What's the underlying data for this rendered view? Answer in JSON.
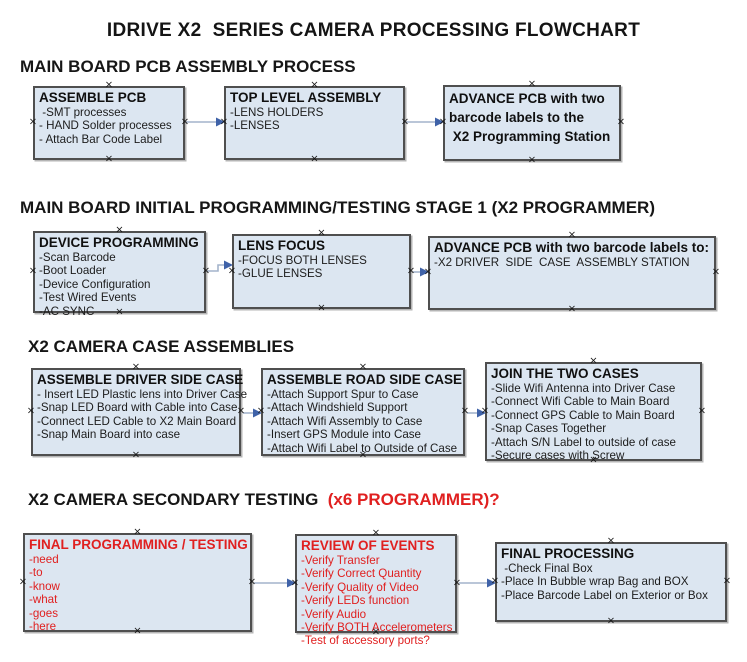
{
  "title": "IDRIVE X2  SERIES CAMERA PROCESSING FLOWCHART",
  "colors": {
    "box_fill": "#dce6f1",
    "box_border": "#4f4f4f",
    "arrow_line": "#a4b4cb",
    "arrow_head": "#3f62a8",
    "red": "#e02020"
  },
  "icons": {
    "connection_point": "×"
  },
  "sections": [
    {
      "heading": "MAIN BOARD PCB ASSEMBLY PROCESS",
      "boxes": [
        {
          "title_lines": [
            "ASSEMBLE PCB"
          ],
          "items": [
            " -SMT processes",
            "- HAND Solder processes",
            "- Attach Bar Code Label"
          ]
        },
        {
          "title_lines": [
            "TOP LEVEL ASSEMBLY"
          ],
          "items": [
            "-LENS HOLDERS",
            "-LENSES"
          ]
        },
        {
          "title_lines": [
            "ADVANCE PCB with two",
            "barcode labels to the",
            " X2 Programming Station"
          ],
          "items": []
        }
      ]
    },
    {
      "heading": "MAIN BOARD INITIAL PROGRAMMING/TESTING STAGE 1 (X2 PROGRAMMER)",
      "boxes": [
        {
          "title_lines": [
            "DEVICE PROGRAMMING"
          ],
          "items": [
            "-Scan Barcode",
            "-Boot Loader",
            "-Device Configuration",
            "-Test Wired Events",
            "-AC SYNC"
          ]
        },
        {
          "title_lines": [
            "LENS FOCUS"
          ],
          "items": [
            "-FOCUS BOTH LENSES",
            "-GLUE LENSES"
          ]
        },
        {
          "title_lines": [
            "ADVANCE PCB with two barcode labels to:"
          ],
          "items": [
            "-X2 DRIVER  SIDE  CASE  ASSEMBLY STATION"
          ]
        }
      ]
    },
    {
      "heading": "X2 CAMERA CASE ASSEMBLIES",
      "boxes": [
        {
          "title_lines": [
            "ASSEMBLE DRIVER SIDE CASE"
          ],
          "items": [
            "- Insert LED Plastic lens into Driver Case",
            "-Snap LED Board with Cable into Case",
            "-Connect LED Cable to X2 Main Board",
            "-Snap Main Board into case"
          ]
        },
        {
          "title_lines": [
            "ASSEMBLE ROAD SIDE CASE"
          ],
          "items": [
            "-Attach Support Spur to Case",
            "-Attach Windshield Support",
            "-Attach Wifi Assembly to Case",
            "-Insert GPS Module into Case",
            "-Attach Wifi Label to Outside of Case"
          ]
        },
        {
          "title_lines": [
            "JOIN THE TWO CASES"
          ],
          "items": [
            "-Slide Wifi Antenna into Driver Case",
            "-Connect Wifi Cable to Main Board",
            "-Connect GPS Cable to Main Board",
            "-Snap Cases Together",
            "-Attach S/N Label to outside of case",
            "-Secure cases with Screw"
          ]
        }
      ]
    },
    {
      "heading": "X2 CAMERA SECONDARY TESTING",
      "heading_suffix": "  (x6 PROGRAMMER)?",
      "boxes": [
        {
          "red": true,
          "title_lines": [
            "FINAL PROGRAMMING / TESTING"
          ],
          "items": [
            "-need",
            "-to",
            "-know",
            "-what",
            "-goes",
            "-here"
          ]
        },
        {
          "red": true,
          "title_lines": [
            "REVIEW OF EVENTS"
          ],
          "items": [
            "-Verify Transfer",
            "-Verify Correct Quantity",
            "-Verify Quality of Video",
            "-Verify LEDs function",
            "-Verify Audio",
            "-Verify BOTH Accelerometers",
            "-Test of accessory ports?"
          ]
        },
        {
          "title_lines": [
            "FINAL PROCESSING"
          ],
          "items": [
            " -Check Final Box",
            "-Place In Bubble wrap Bag and BOX",
            "-Place Barcode Label on Exterior or Box"
          ]
        }
      ]
    }
  ]
}
